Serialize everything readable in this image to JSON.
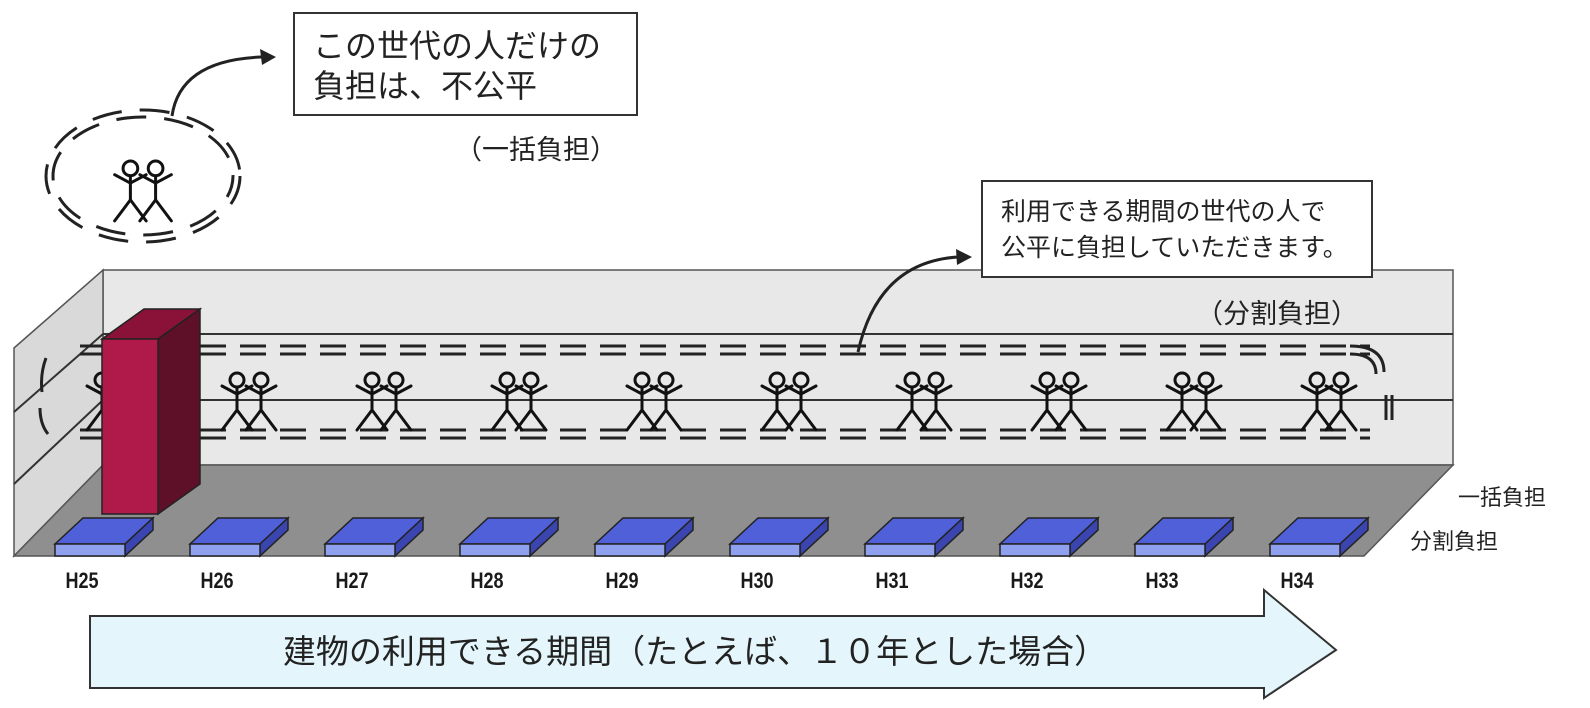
{
  "callouts": {
    "unfair_line1": "この世代の人だけの",
    "unfair_line2": "負担は、不公平",
    "fair_line1": "利用できる期間の世代の人で",
    "fair_line2": "公平に負担していただきます。"
  },
  "labels": {
    "lump_sum_bracket": "（一括負担）",
    "split_bracket": "（分割負担）"
  },
  "legend": {
    "lump_sum": "一括負担",
    "split": "分割負担"
  },
  "timeline": {
    "caption": "建物の利用できる期間（たとえば、１０年とした場合）"
  },
  "chart_data": {
    "type": "bar",
    "categories": [
      "H25",
      "H26",
      "H27",
      "H28",
      "H29",
      "H30",
      "H31",
      "H32",
      "H33",
      "H34"
    ],
    "series": [
      {
        "name": "一括負担",
        "values": [
          10,
          0,
          0,
          0,
          0,
          0,
          0,
          0,
          0,
          0
        ]
      },
      {
        "name": "分割負担",
        "values": [
          1,
          1,
          1,
          1,
          1,
          1,
          1,
          1,
          1,
          1
        ]
      }
    ]
  },
  "colors": {
    "lump_sum_bar": "#b01a4a",
    "split_bar": "#5060d8",
    "timeline_arrow": "#e4f6fb",
    "floor": "#8f8f8f",
    "back_wall": "#e6e6e6"
  }
}
